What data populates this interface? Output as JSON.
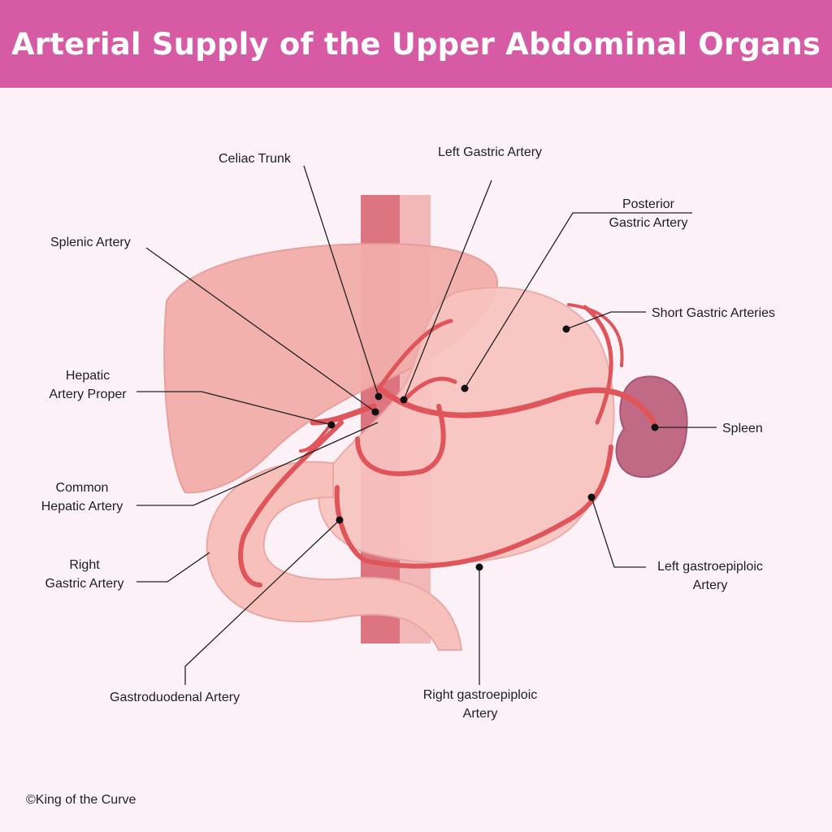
{
  "title": "Arterial Supply of the Upper Abdominal Organs",
  "labels": {
    "celiac_trunk": "Celiac Trunk",
    "left_gastric": "Left Gastric Artery",
    "posterior_gastric_1": "Posterior",
    "posterior_gastric_2": "Gastric Artery",
    "splenic": "Splenic Artery",
    "short_gastric": "Short Gastric Arteries",
    "hepatic_proper_1": "Hepatic",
    "hepatic_proper_2": "Artery Proper",
    "spleen": "Spleen",
    "common_hepatic_1": "Common",
    "common_hepatic_2": "Hepatic Artery",
    "left_gastroepiploic_1": "Left gastroepiploic",
    "left_gastroepiploic_2": "Artery",
    "right_gastric_1": "Right",
    "right_gastric_2": "Gastric Artery",
    "gastroduodenal": "Gastroduodenal Artery",
    "right_gastroepiploic_1": "Right gastroepiploic",
    "right_gastroepiploic_2": "Artery"
  },
  "copyright": "©King of the Curve",
  "colors": {
    "header": "#d75aa4",
    "background": "#fdf1f8",
    "artery": "#e0555a",
    "organ": "#f6b8b2",
    "spleen": "#c06a86"
  }
}
